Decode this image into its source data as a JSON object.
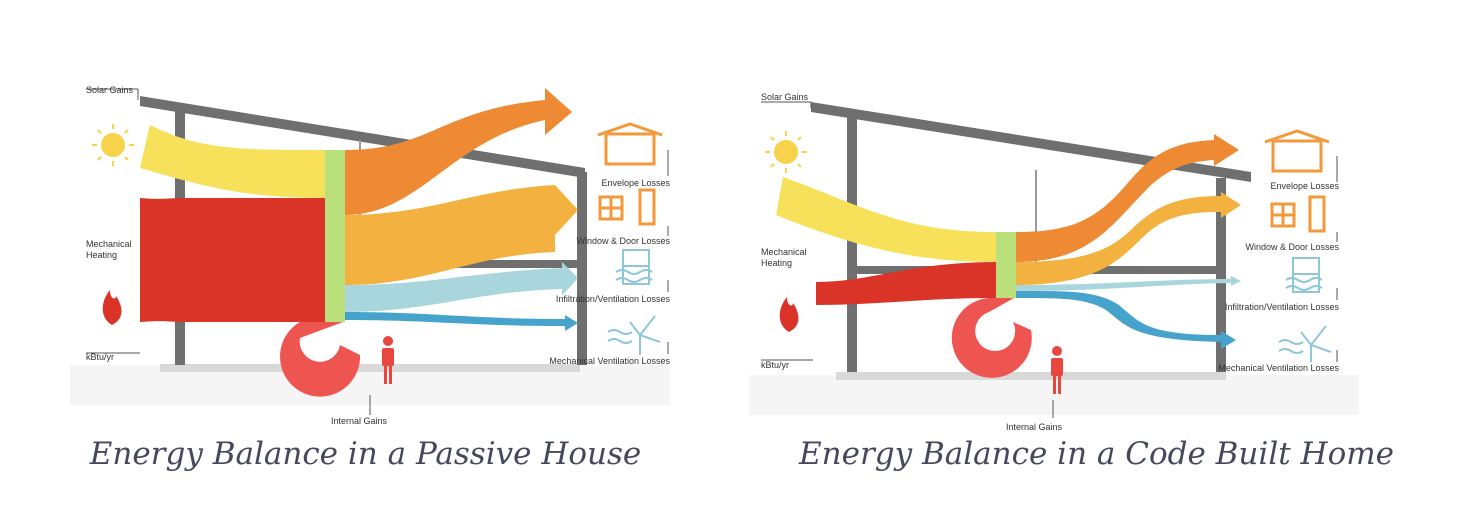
{
  "colors": {
    "roof": "#6f6f6f",
    "wall": "#6f6f6f",
    "ground": "#d9d9d9",
    "solar": "#f7e15a",
    "mechanical_heating": "#d93427",
    "internal_gains": "#ee5550",
    "window": "#b9e07a",
    "envelope_losses": "#ee8a33",
    "window_door_losses": "#f3b23f",
    "infiltration_losses": "#a9d6dd",
    "mechanical_ventilation_losses": "#46a3cc",
    "icon_orange": "#f29a3b",
    "icon_blue": "#8fc7d8",
    "person": "#e8463e",
    "sun": "#f7d24a"
  },
  "left": {
    "caption": "Energy Balance in a Passive House",
    "labels": {
      "solar_gains": "Solar Gains",
      "mechanical_heating_1": "Mechanical",
      "mechanical_heating_2": "Heating",
      "units": "kBtu/yr",
      "internal_gains": "Internal Gains",
      "envelope_losses": "Envelope Losses",
      "window_door_losses": "Window & Door Losses",
      "infiltration_losses": "Infiltration/Ventilation Losses",
      "mechanical_ventilation_losses": "Mechanical Ventilation Losses"
    }
  },
  "right": {
    "caption": "Energy Balance in a Code Built Home",
    "labels": {
      "solar_gains": "Solar Gains",
      "mechanical_heating_1": "Mechanical",
      "mechanical_heating_2": "Heating",
      "units": "kBtu/yr",
      "internal_gains": "Internal Gains",
      "envelope_losses": "Envelope Losses",
      "window_door_losses": "Window & Door Losses",
      "infiltration_losses": "Infiltration/Ventilation Losses",
      "mechanical_ventilation_losses": "Mechanical Ventilation Losses"
    }
  }
}
